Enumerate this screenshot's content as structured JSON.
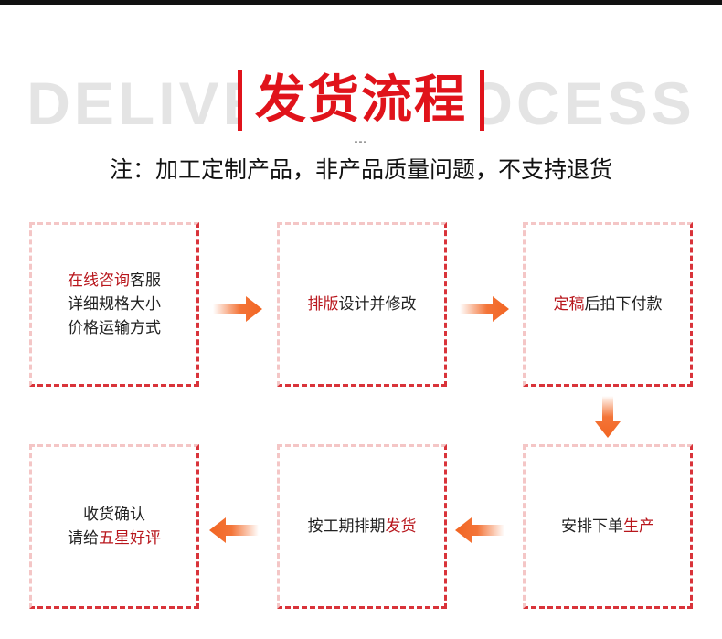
{
  "header": {
    "bg_text": "DELIVERY PROCESS",
    "title": "发货流程",
    "dashes": "---",
    "note": "注：加工定制产品，非产品质量问题，不支持退货"
  },
  "steps": [
    {
      "lines": [
        {
          "hl": "在线咨询",
          "text": "客服"
        },
        {
          "text": "详细规格大小"
        },
        {
          "text": "价格运输方式"
        }
      ]
    },
    {
      "lines": [
        {
          "hl": "排版",
          "text": "设计并修改"
        }
      ]
    },
    {
      "lines": [
        {
          "hl": "定稿",
          "text": "后拍下付款"
        }
      ]
    },
    {
      "lines": [
        {
          "text": "安排下单",
          "hl": "生产"
        }
      ]
    },
    {
      "lines": [
        {
          "text": "按工期排期",
          "hl": "发货"
        }
      ]
    },
    {
      "lines": [
        {
          "text": "收货确认"
        },
        {
          "text": "请给",
          "hl": "五星好评"
        }
      ]
    }
  ],
  "colors": {
    "accent": "#e0131b",
    "highlight": "#b8161c",
    "arrow": "#f26522",
    "dash_light": "#f4c6c6",
    "dash_dark": "#d9333a"
  },
  "icons": {
    "arrow": "arrow-icon"
  }
}
